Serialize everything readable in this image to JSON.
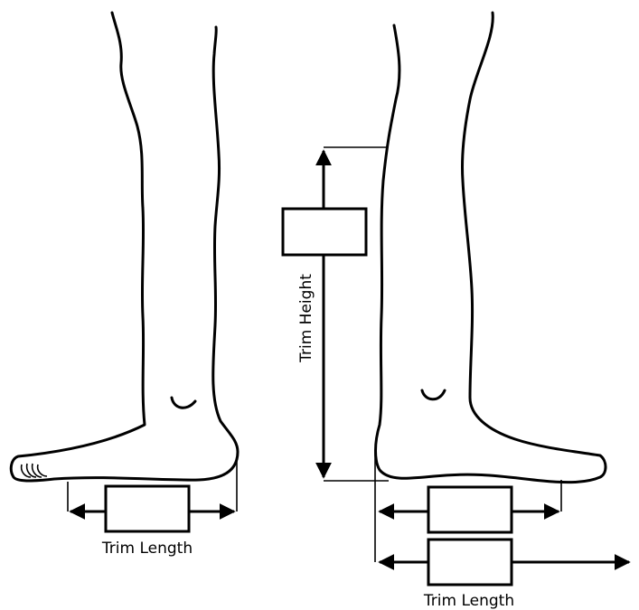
{
  "diagram": {
    "left_view": {
      "length_label": "Trim Length"
    },
    "right_view": {
      "height_label": "Trim Height",
      "length_label": "Trim Length"
    }
  }
}
